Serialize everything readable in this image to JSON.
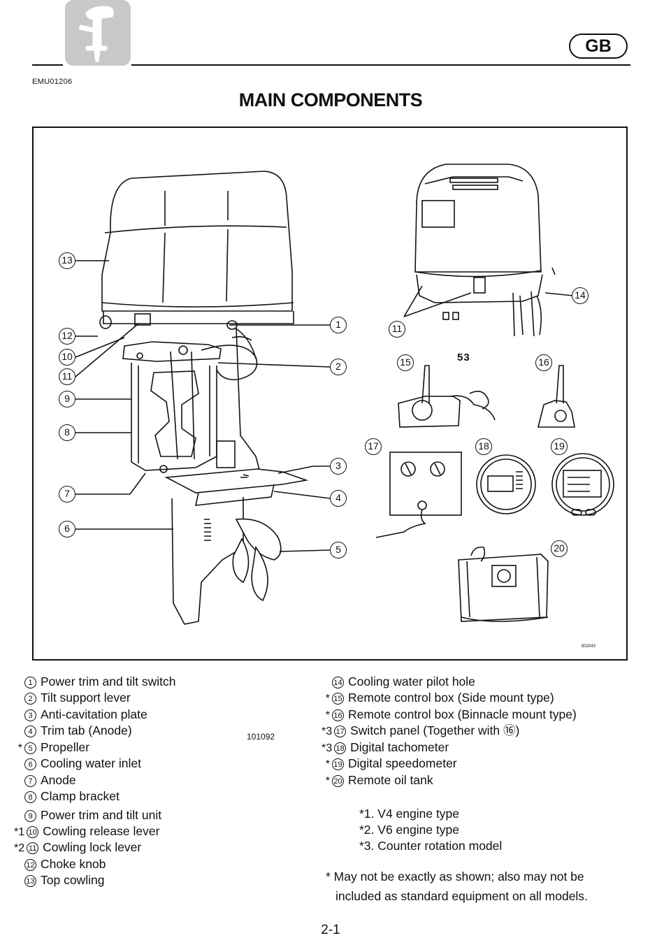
{
  "header": {
    "icon": "outboard-motor-icon",
    "language_badge": "GB",
    "doc_code": "EMU01206"
  },
  "title": "MAIN COMPONENTS",
  "figure": {
    "code": "101092",
    "small_code": "802043",
    "callouts": [
      "1",
      "2",
      "3",
      "4",
      "5",
      "6",
      "7",
      "8",
      "9",
      "10",
      "11",
      "12",
      "13",
      "14",
      "11",
      "15",
      "16",
      "17",
      "18",
      "19",
      "20"
    ],
    "gauge_tach_value": "53"
  },
  "legend_left": [
    {
      "mark": "",
      "num": "1",
      "label": "Power trim and tilt switch"
    },
    {
      "mark": "",
      "num": "2",
      "label": "Tilt support lever"
    },
    {
      "mark": "",
      "num": "3",
      "label": "Anti-cavitation plate"
    },
    {
      "mark": "",
      "num": "4",
      "label": "Trim tab (Anode)"
    },
    {
      "mark": "*",
      "num": "5",
      "label": "Propeller"
    },
    {
      "mark": "",
      "num": "6",
      "label": "Cooling water inlet"
    },
    {
      "mark": "",
      "num": "7",
      "label": "Anode"
    },
    {
      "mark": "",
      "num": "8",
      "label": "Clamp bracket"
    },
    {
      "mark": "",
      "num": "9",
      "label": "Power trim and tilt unit"
    },
    {
      "mark": "*1",
      "num": "10",
      "label": "Cowling release lever"
    },
    {
      "mark": "*2",
      "num": "11",
      "label": "Cowling lock lever"
    },
    {
      "mark": "",
      "num": "12",
      "label": "Choke knob"
    },
    {
      "mark": "",
      "num": "13",
      "label": "Top cowling"
    }
  ],
  "legend_right": [
    {
      "mark": "",
      "num": "14",
      "label": "Cooling water pilot hole"
    },
    {
      "mark": "*",
      "num": "15",
      "label": "Remote control box (Side mount type)"
    },
    {
      "mark": "*",
      "num": "16",
      "label": "Remote control box (Binnacle mount type)"
    },
    {
      "mark": "*3",
      "num": "17",
      "label": "Switch panel (Together with ⑯)"
    },
    {
      "mark": "*3",
      "num": "18",
      "label": "Digital tachometer"
    },
    {
      "mark": "*",
      "num": "19",
      "label": "Digital speedometer"
    },
    {
      "mark": "*",
      "num": "20",
      "label": "Remote oil tank"
    }
  ],
  "notes": [
    "*1. V4 engine type",
    "*2. V6 engine type",
    "*3. Counter rotation model"
  ],
  "disclaimer": [
    "* May not be exactly as shown; also may not be",
    "included as standard equipment on all models."
  ],
  "page_number": "2-1"
}
